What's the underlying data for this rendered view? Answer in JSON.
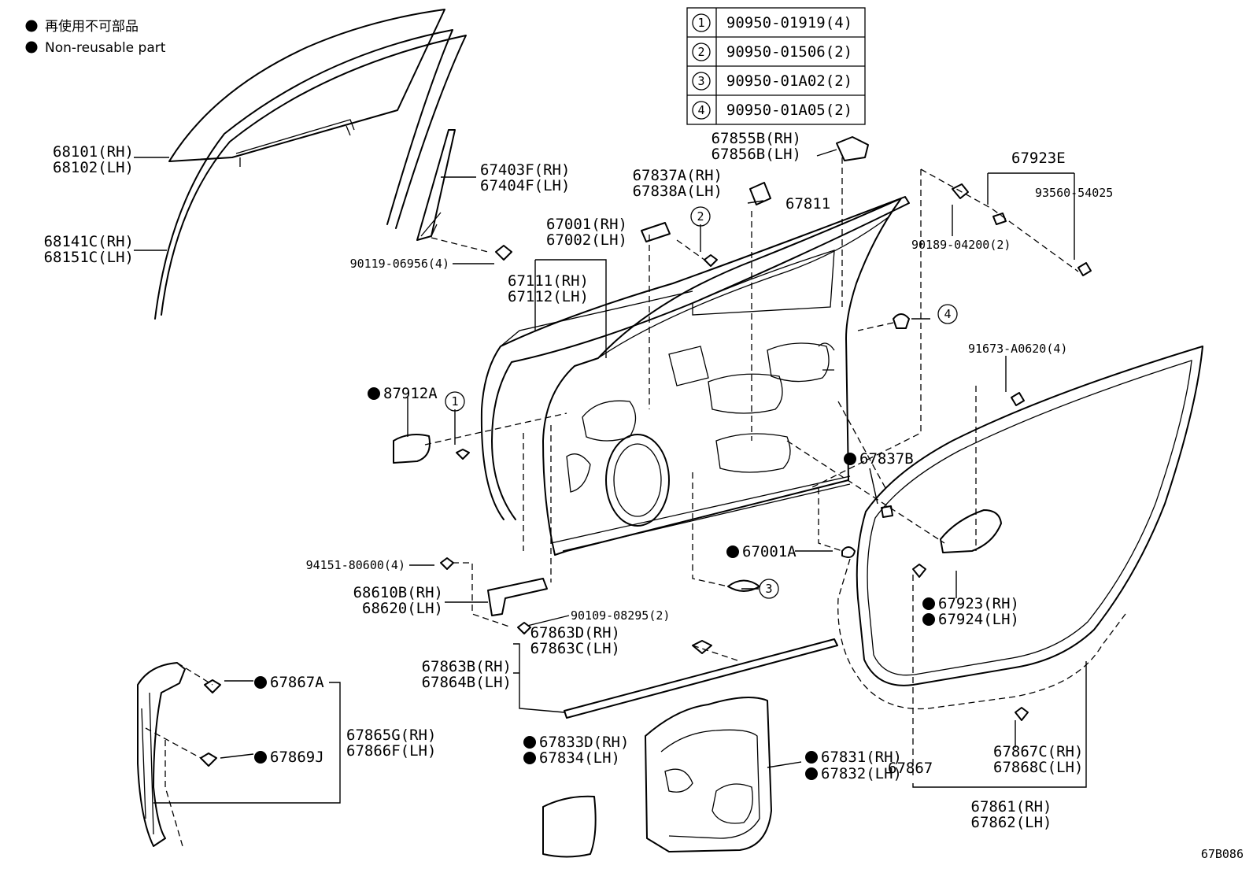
{
  "legend": {
    "jp": "再使用不可部品",
    "en": "Non-reusable part"
  },
  "table": [
    {
      "num": "1",
      "part": "90950-01919(4)"
    },
    {
      "num": "2",
      "part": "90950-01506(2)"
    },
    {
      "num": "3",
      "part": "90950-01A02(2)"
    },
    {
      "num": "4",
      "part": "90950-01A05(2)"
    }
  ],
  "labels": {
    "p68101": "68101(RH)",
    "p68102": "68102(LH)",
    "p68141c": "68141C(RH)",
    "p68151c": "68151C(LH)",
    "p67403f": "67403F(RH)",
    "p67404f": "67404F(LH)",
    "p90119": "90119-06956(4)",
    "p67001": "67001(RH)",
    "p67002": "67002(LH)",
    "p67111": "67111(RH)",
    "p67112": "67112(LH)",
    "p67837a": "67837A(RH)",
    "p67838a": "67838A(LH)",
    "p67855b": "67855B(RH)",
    "p67856b": "67856B(LH)",
    "p67811": "67811",
    "p67923e": "67923E",
    "p93560": "93560-54025",
    "p90189": "90189-04200(2)",
    "p91673": "91673-A0620(4)",
    "p87912a": "87912A",
    "p67837b": "67837B",
    "p67001a": "67001A",
    "p94151": "94151-80600(4)",
    "p68610b": "68610B(RH)",
    "p68620": "68620(LH)",
    "p90109": "90109-08295(2)",
    "p67863d": "67863D(RH)",
    "p67863c": "67863C(LH)",
    "p67863b": "67863B(RH)",
    "p67864b": "67864B(LH)",
    "p67923": "67923(RH)",
    "p67924": "67924(LH)",
    "p67867a": "67867A",
    "p67869j": "67869J",
    "p67865g": "67865G(RH)",
    "p67866f": "67866F(LH)",
    "p67833d": "67833D(RH)",
    "p67834": "67834(LH)",
    "p67831": "67831(RH)",
    "p67832": "67832(LH)",
    "p67867": "67867",
    "p67867c": "67867C(RH)",
    "p67868c": "67868C(LH)",
    "p67861": "67861(RH)",
    "p67862": "67862(LH)"
  },
  "callouts": {
    "c1": "1",
    "c2": "2",
    "c3": "3",
    "c4": "4"
  },
  "diagram_code": "67B086"
}
